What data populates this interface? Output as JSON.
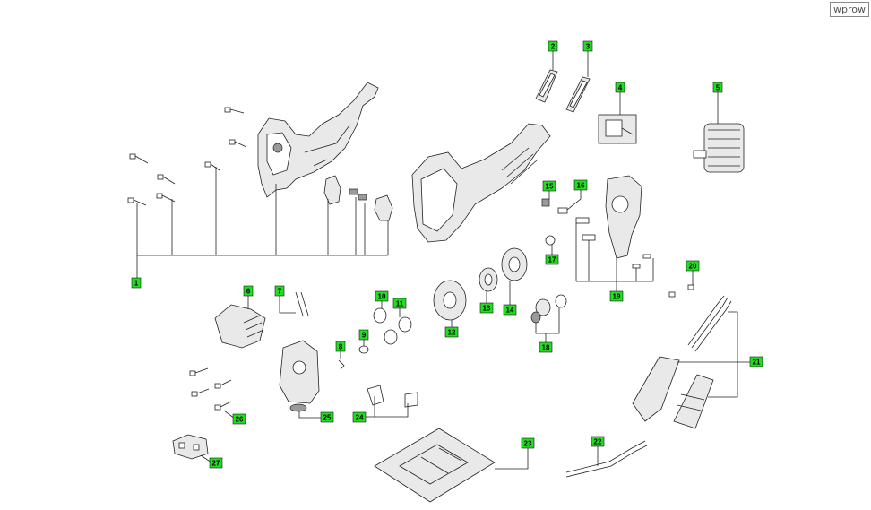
{
  "corner_tag": "wprow",
  "label_color": "#22dd22",
  "parts": [
    {
      "id": "1",
      "label": "1"
    },
    {
      "id": "2",
      "label": "2"
    },
    {
      "id": "3",
      "label": "3"
    },
    {
      "id": "4",
      "label": "4"
    },
    {
      "id": "5",
      "label": "5"
    },
    {
      "id": "6",
      "label": "6"
    },
    {
      "id": "7",
      "label": "7"
    },
    {
      "id": "8",
      "label": "8"
    },
    {
      "id": "9",
      "label": "9"
    },
    {
      "id": "10",
      "label": "10"
    },
    {
      "id": "11",
      "label": "11"
    },
    {
      "id": "12",
      "label": "12"
    },
    {
      "id": "13",
      "label": "13"
    },
    {
      "id": "14",
      "label": "14"
    },
    {
      "id": "15",
      "label": "15"
    },
    {
      "id": "16",
      "label": "16"
    },
    {
      "id": "17",
      "label": "17"
    },
    {
      "id": "18",
      "label": "18"
    },
    {
      "id": "19",
      "label": "19"
    },
    {
      "id": "20",
      "label": "20"
    },
    {
      "id": "21",
      "label": "21"
    },
    {
      "id": "22",
      "label": "22"
    },
    {
      "id": "23",
      "label": "23"
    },
    {
      "id": "24",
      "label": "24"
    },
    {
      "id": "25",
      "label": "25"
    },
    {
      "id": "26",
      "label": "26"
    },
    {
      "id": "27",
      "label": "27"
    }
  ]
}
